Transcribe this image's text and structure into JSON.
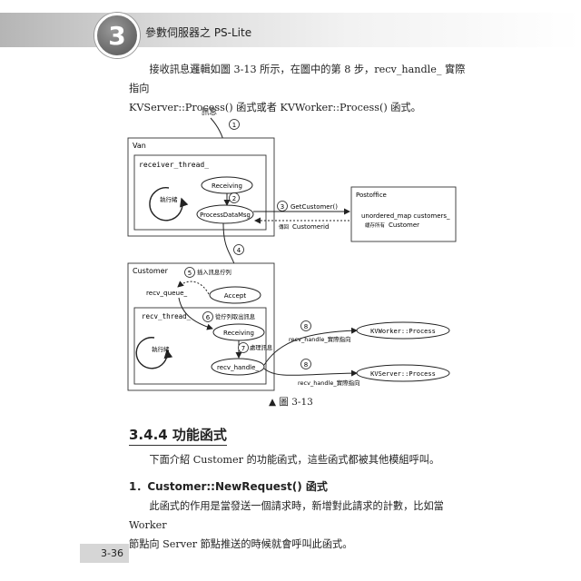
{
  "header": {
    "chapter_number": "3",
    "chapter_title": "參數伺服器之 PS-Lite"
  },
  "paragraph1": {
    "line1": "接收訊息邏輯如圖 3-13 所示，在圖中的第 8 步，recv_handle_ 實際指向",
    "line2": "KVServer::Process() 函式或者 KVWorker::Process() 函式。"
  },
  "figure": {
    "caption": "▲ 圖 3-13",
    "message_label": "訊息",
    "van_label": "Van",
    "receiver_thread_label": "receiver_thread_",
    "exec_label": "執行緒",
    "receiving_label": "Receiving",
    "process_data_msg_label": "ProcessDataMsg",
    "get_customer_label": "GetCustomer()",
    "return_customerid_prefix": "傳回",
    "return_customerid_label": "Customerid",
    "postoffice_label": "Postoffice",
    "unordered_map_label": "unordered_map customers_",
    "cache_prefix": "緩存所有",
    "cache_label": "Customer",
    "customer_label": "Customer",
    "insert_queue_label": "插入訊息佇列",
    "recv_queue_label": "recv_queue_",
    "accept_label": "Accept",
    "recv_thread_label": "recv_thread_",
    "take_from_queue_label": "從佇列取出訊息",
    "exec_label2": "執行緒",
    "receiving_label2": "Receiving",
    "handle_msg_label": "處理訊息",
    "recv_handle_label": "recv_handle_",
    "points_to_1": "recv_handle_實際指向",
    "points_to_2": "recv_handle_實際指向",
    "kvworker_label": "KVWorker::Process",
    "kvserver_label": "KVServer::Process",
    "steps": [
      "1",
      "2",
      "3",
      "4",
      "5",
      "6",
      "7",
      "8",
      "8"
    ]
  },
  "section": {
    "title": "3.4.4 功能函式",
    "intro": "下面介紹 Customer 的功能函式，這些函式都被其他模組呼叫。"
  },
  "subsection": {
    "title": "1．Customer::NewRequest() 函式",
    "line1": "此函式的作用是當發送一個請求時，新增對此請求的計數，比如當 Worker",
    "line2": "節點向 Server 節點推送的時候就會呼叫此函式。"
  },
  "page_number": "3-36"
}
